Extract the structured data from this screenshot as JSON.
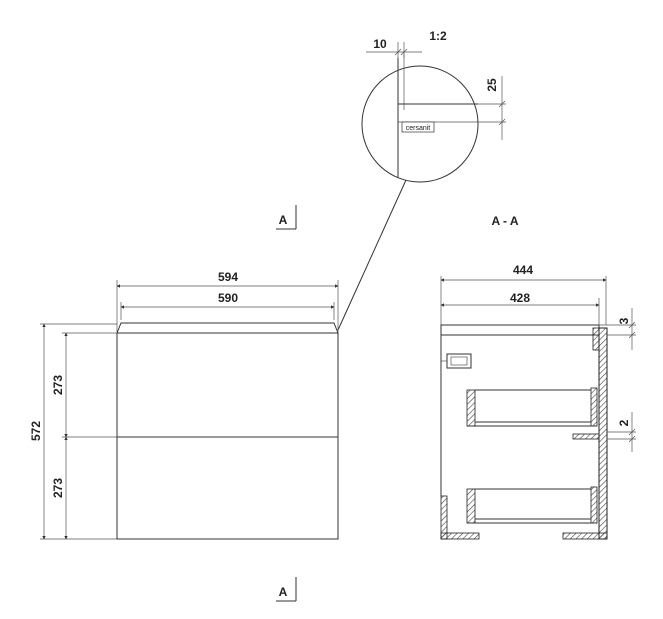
{
  "detail": {
    "scale": "1:2",
    "dim_gap": "10",
    "dim_height": "25",
    "logo_text": "cersanit"
  },
  "section_markers": {
    "top": "A",
    "bottom": "A",
    "section_title": "A - A"
  },
  "front_view": {
    "width_outer": "594",
    "width_inner": "590",
    "height_total": "572",
    "drawer_height_top": "273",
    "drawer_height_bottom": "273"
  },
  "side_view": {
    "depth_outer": "444",
    "depth_inner": "428",
    "top_offset": "3",
    "rail_offset": "2"
  }
}
